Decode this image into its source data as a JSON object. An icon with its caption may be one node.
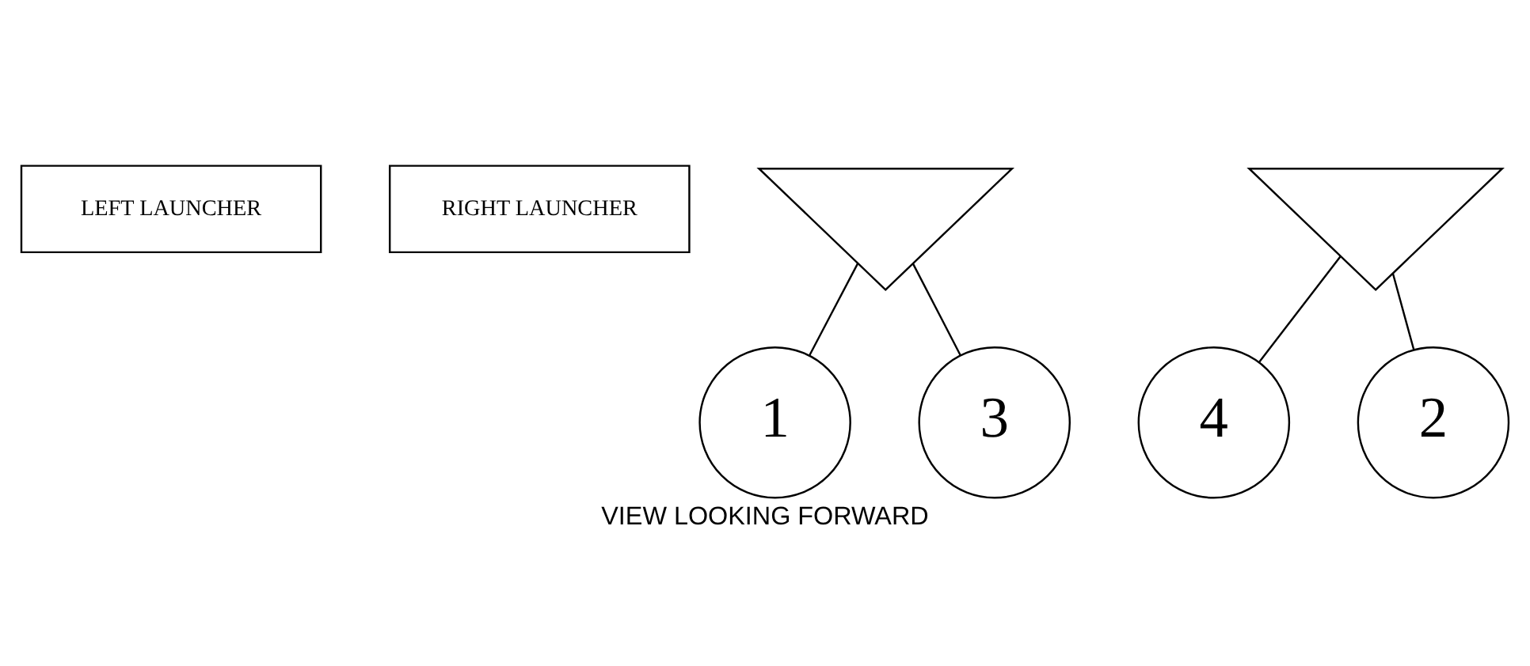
{
  "diagram": {
    "caption": "VIEW LOOKING FORWARD",
    "nodes": [
      {
        "text": [
          "LEFT LAUNCHER"
        ]
      },
      {
        "text": [
          "RIGHT LAUNCHER"
        ]
      },
      {
        "text": [],
        "shape": "triangle"
      },
      {
        "text": [
          "1"
        ]
      },
      {
        "text": [
          "3"
        ]
      },
      {
        "text": [],
        "shape": "triangle"
      },
      {
        "text": [
          "4"
        ]
      },
      {
        "text": [
          "2"
        ]
      }
    ],
    "edges": [
      {
        "from": 2,
        "to": 3,
        "arrow": "none"
      },
      {
        "from": 2,
        "to": 4,
        "arrow": "none"
      },
      {
        "from": 5,
        "to": 6,
        "arrow": "none"
      },
      {
        "from": 5,
        "to": 7,
        "arrow": "none"
      }
    ]
  }
}
